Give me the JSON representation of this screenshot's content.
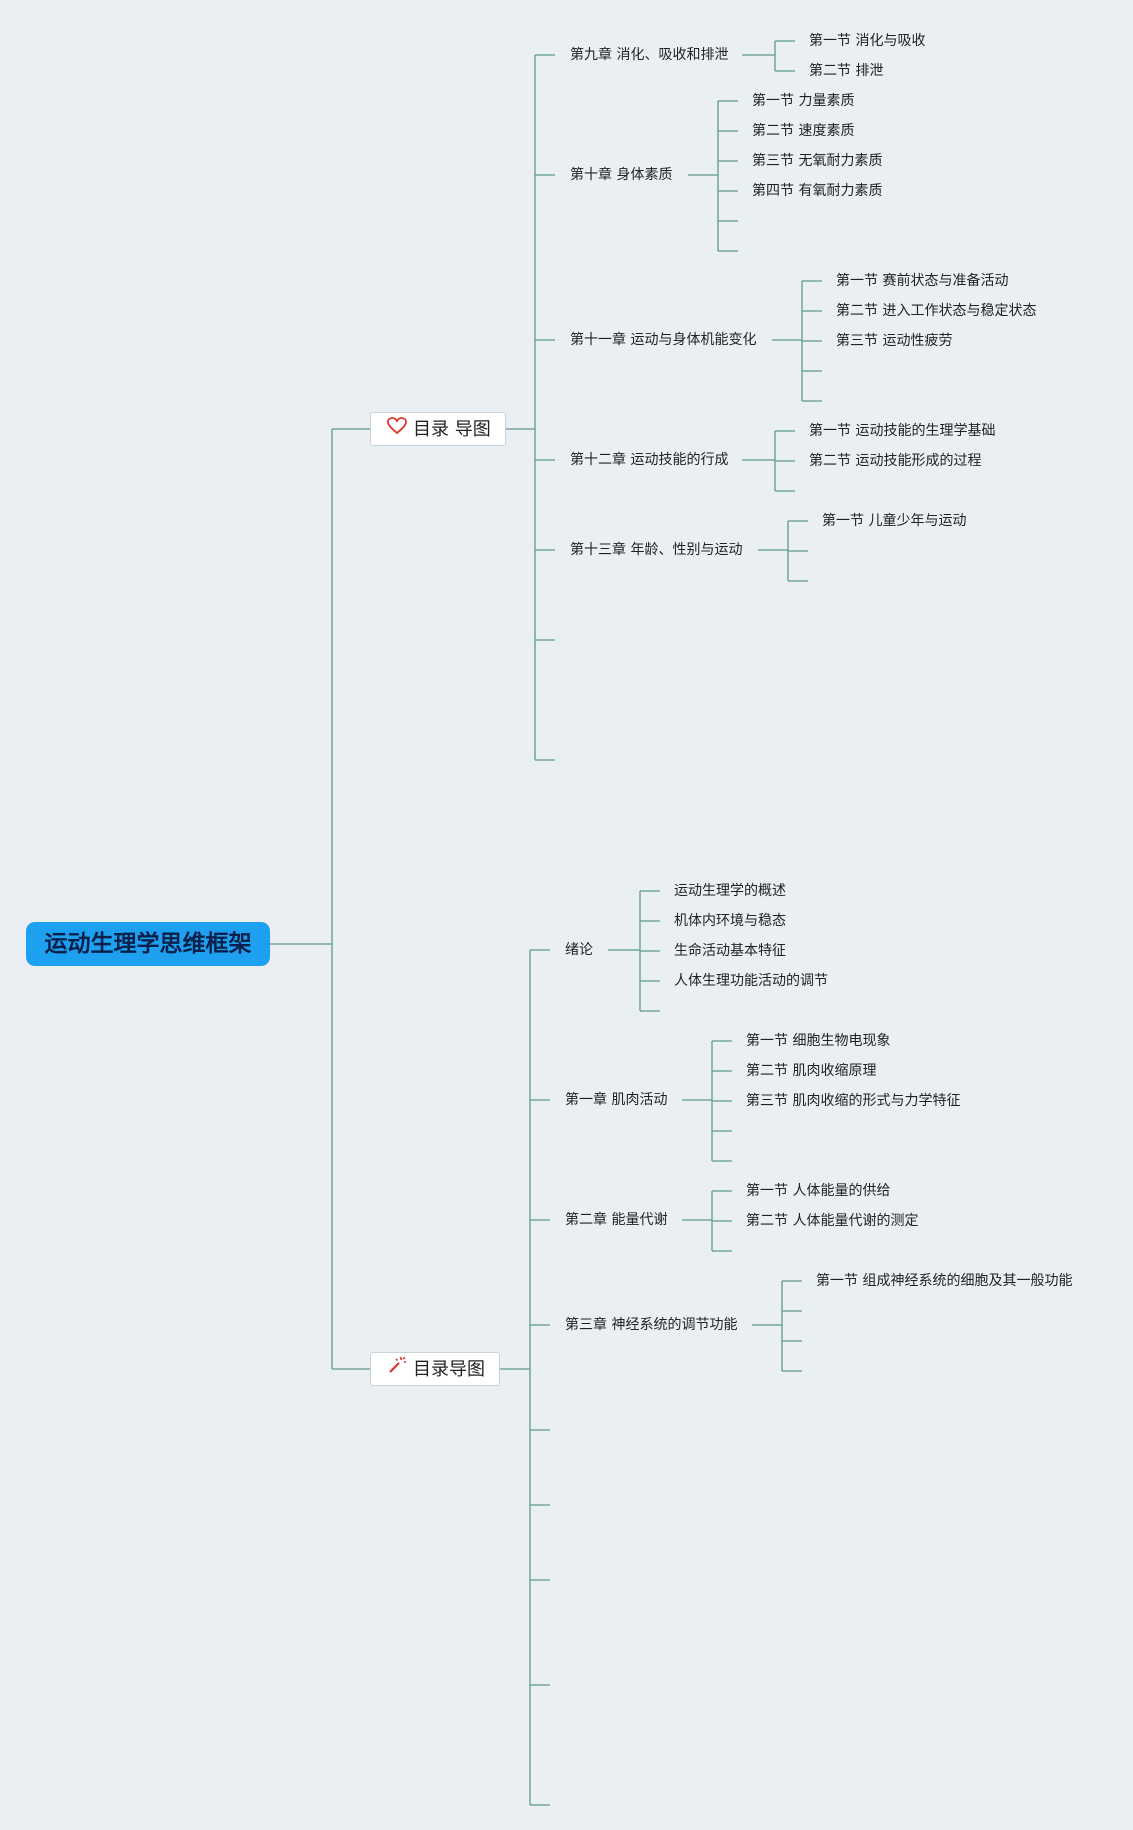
{
  "root": {
    "label": "运动生理学思维框架"
  },
  "branch_upper": {
    "label": "目录 导图",
    "icon": "heart-icon",
    "chapters": [
      {
        "label": "第九章 消化、吸收和排泄",
        "sections": [
          "第一节 消化与吸收",
          "第二节 排泄"
        ]
      },
      {
        "label": "第十章 身体素质",
        "sections": [
          "第一节 力量素质",
          "第二节 速度素质",
          "第三节 无氧耐力素质",
          "第四节 有氧耐力素质",
          "",
          ""
        ]
      },
      {
        "label": "第十一章 运动与身体机能变化",
        "sections": [
          "第一节 赛前状态与准备活动",
          "第二节 进入工作状态与稳定状态",
          "第三节 运动性疲劳",
          "",
          ""
        ]
      },
      {
        "label": "第十二章 运动技能的行成",
        "sections": [
          "第一节 运动技能的生理学基础",
          "第二节 运动技能形成的过程",
          ""
        ]
      },
      {
        "label": "第十三章 年龄、性别与运动",
        "sections": [
          "第一节 儿童少年与运动",
          "",
          ""
        ]
      },
      {
        "label": "",
        "sections": []
      },
      {
        "label": "",
        "sections": []
      }
    ]
  },
  "branch_lower": {
    "label": "目录导图",
    "icon": "magic-wand-icon",
    "chapters": [
      {
        "label": "绪论",
        "sections": [
          "运动生理学的概述",
          "机体内环境与稳态",
          "生命活动基本特征",
          "人体生理功能活动的调节",
          ""
        ]
      },
      {
        "label": "第一章 肌肉活动",
        "sections": [
          "第一节 细胞生物电现象",
          "第二节 肌肉收缩原理",
          "第三节 肌肉收缩的形式与力学特征",
          "",
          ""
        ]
      },
      {
        "label": "第二章 能量代谢",
        "sections": [
          "第一节 人体能量的供给",
          "第二节 人体能量代谢的测定",
          ""
        ]
      },
      {
        "label": "第三章 神经系统的调节功能",
        "sections": [
          "第一节 组成神经系统的细胞及其一般功能",
          "",
          "",
          ""
        ]
      },
      {
        "label": "",
        "sections": []
      },
      {
        "label": "",
        "sections": []
      },
      {
        "label": "",
        "sections": []
      },
      {
        "label": "",
        "sections": []
      },
      {
        "label": "",
        "sections": []
      }
    ]
  },
  "colors": {
    "background": "#e9eff3",
    "root_fill": "#1ea0f0",
    "connector": "#5f9a8c",
    "heart_icon": "#e0342c",
    "wand_icon": "#e0342c"
  }
}
